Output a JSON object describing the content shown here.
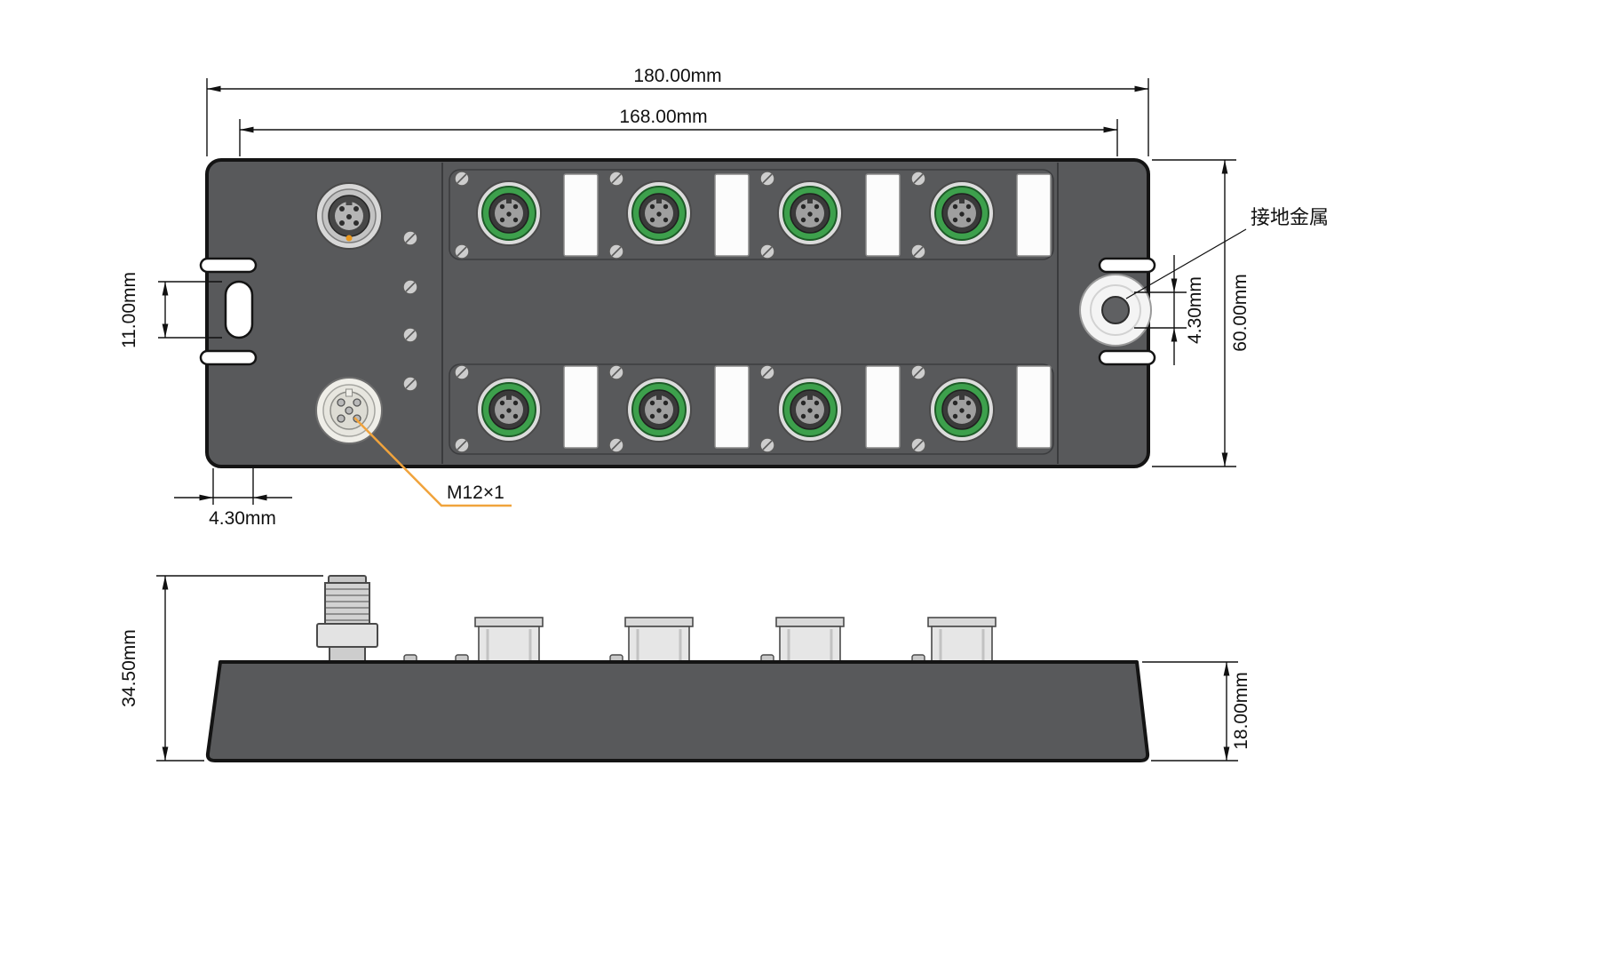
{
  "labels": {
    "width": "180.00mm",
    "mount_spacing": "168.00mm",
    "slot_height": "11.00mm",
    "edge_offset": "4.30mm",
    "height": "60.00mm",
    "ground_offset": "4.30mm",
    "total_height": "34.50mm",
    "body_height": "18.00mm",
    "thread": "M12×1",
    "ground_metal": "接地金属"
  },
  "colors": {
    "body": "#58595b",
    "outline": "#141414",
    "connector-green": "#3da04c",
    "leader-orange": "#f0a33c",
    "metal-light": "#f2f2f2",
    "paper": "#ffffff"
  }
}
